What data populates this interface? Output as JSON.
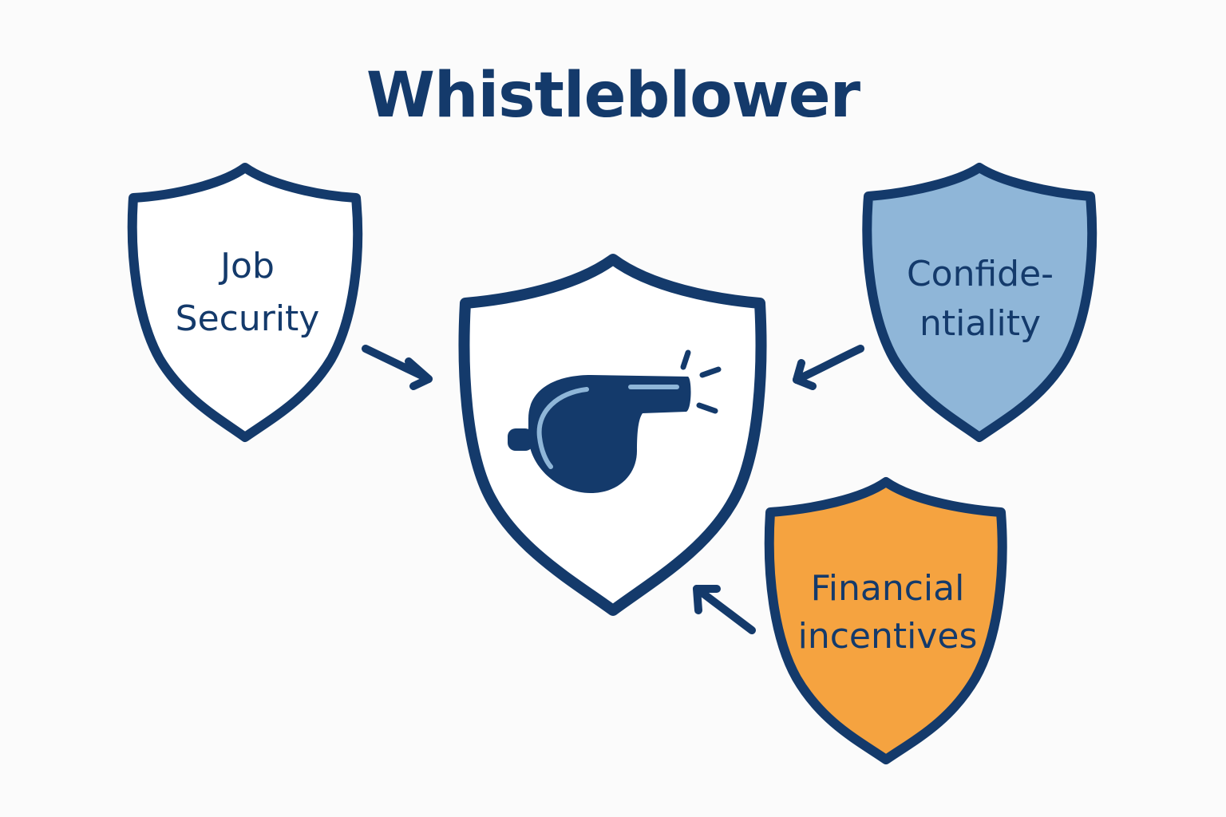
{
  "title": "Whistleblower",
  "colors": {
    "outline": "#143a6b",
    "background": "#fbfbfb",
    "center_fill": "#ffffff",
    "job_security_fill": "#ffffff",
    "confidentiality_fill": "#8fb6d8",
    "financial_fill": "#f5a340",
    "whistle_fill": "#143a6b",
    "whistle_highlight": "#8fb6d8"
  },
  "center": {
    "icon": "whistle-icon"
  },
  "shields": [
    {
      "id": "job-security",
      "lines": [
        "Job",
        "Security"
      ]
    },
    {
      "id": "confidentiality",
      "lines": [
        "Confide-",
        "ntiality"
      ]
    },
    {
      "id": "financial-incentives",
      "lines": [
        "Financial",
        "incentives"
      ]
    }
  ]
}
